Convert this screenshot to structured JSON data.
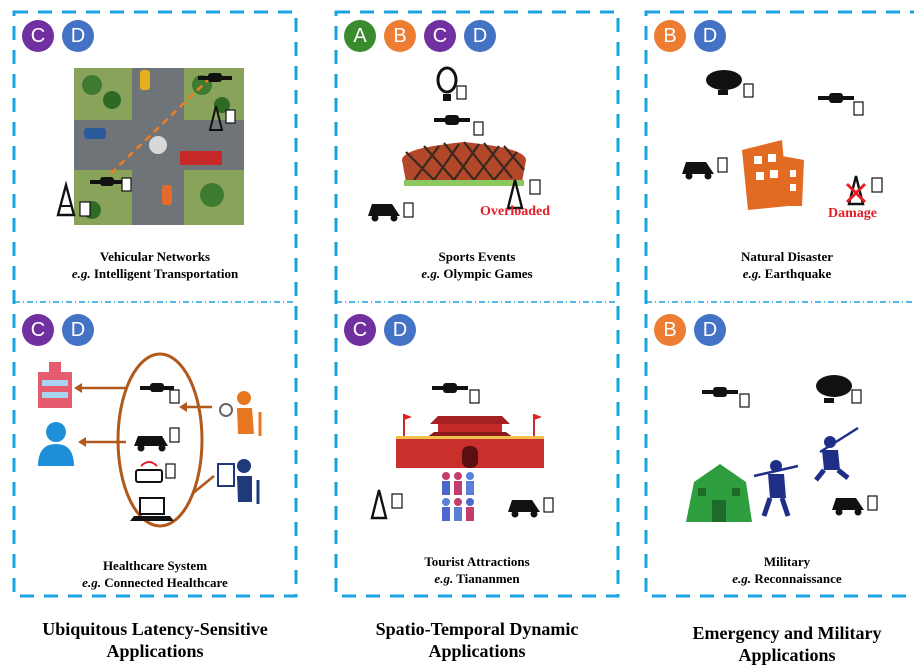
{
  "colors": {
    "A": "#3a8a2e",
    "B": "#ec7d32",
    "C": "#7030a0",
    "D": "#4472c4",
    "border": "#1ba3e0",
    "alert": "#e41e26"
  },
  "panels": [
    {
      "title_line1": "Ubiquitous Latency-Sensitive",
      "title_line2": "Applications",
      "cells": [
        {
          "badges": [
            "C",
            "D"
          ],
          "title": "Vehicular Networks",
          "eg": "e.g.",
          "example": "Intelligent Transportation"
        },
        {
          "badges": [
            "C",
            "D"
          ],
          "title": "Healthcare System",
          "eg": "e.g.",
          "example": "Connected Healthcare"
        }
      ]
    },
    {
      "title_line1": "Spatio-Temporal Dynamic",
      "title_line2": "Applications",
      "cells": [
        {
          "badges": [
            "A",
            "B",
            "C",
            "D"
          ],
          "title": "Sports Events",
          "eg": "e.g.",
          "example": "Olympic Games",
          "alert": "Overloaded"
        },
        {
          "badges": [
            "C",
            "D"
          ],
          "title": "Tourist Attractions",
          "eg": "e.g.",
          "example": "Tiananmen"
        }
      ]
    },
    {
      "title_line1": "Emergency and Military",
      "title_line2": "Applications",
      "cells": [
        {
          "badges": [
            "B",
            "D"
          ],
          "title": "Natural Disaster",
          "eg": "e.g.",
          "example": "Earthquake",
          "alert": "Damage"
        },
        {
          "badges": [
            "B",
            "D"
          ],
          "title": "Military",
          "eg": "e.g.",
          "example": "Reconnaissance"
        }
      ]
    }
  ]
}
